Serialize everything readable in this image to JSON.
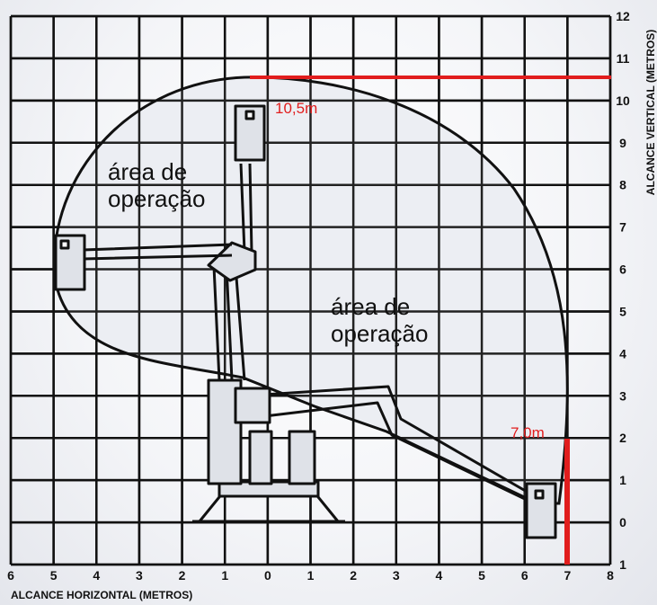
{
  "chart": {
    "x_axis": {
      "title": "ALCANCE HORIZONTAL (METROS)",
      "tick_labels": [
        "6",
        "5",
        "4",
        "3",
        "2",
        "1",
        "0",
        "1",
        "2",
        "3",
        "4",
        "5",
        "6",
        "7",
        "8"
      ]
    },
    "y_axis": {
      "title": "ALCANCE VERTICAL (METROS)",
      "tick_labels": [
        "1",
        "0",
        "1",
        "2",
        "3",
        "4",
        "5",
        "6",
        "7",
        "8",
        "9",
        "10",
        "11",
        "12"
      ]
    },
    "zones": [
      {
        "line1": "área de",
        "line2": "operação"
      },
      {
        "line1": "área de",
        "line2": "operação"
      }
    ],
    "measures": {
      "max_height": {
        "label": "10,5m",
        "value_m": 10.5
      },
      "max_outreach": {
        "label": "7,0m",
        "value_m": 7.0
      }
    },
    "colors": {
      "grid": "#111111",
      "envelope_fill": "#eceef3",
      "measure": "#e11d1d"
    }
  }
}
